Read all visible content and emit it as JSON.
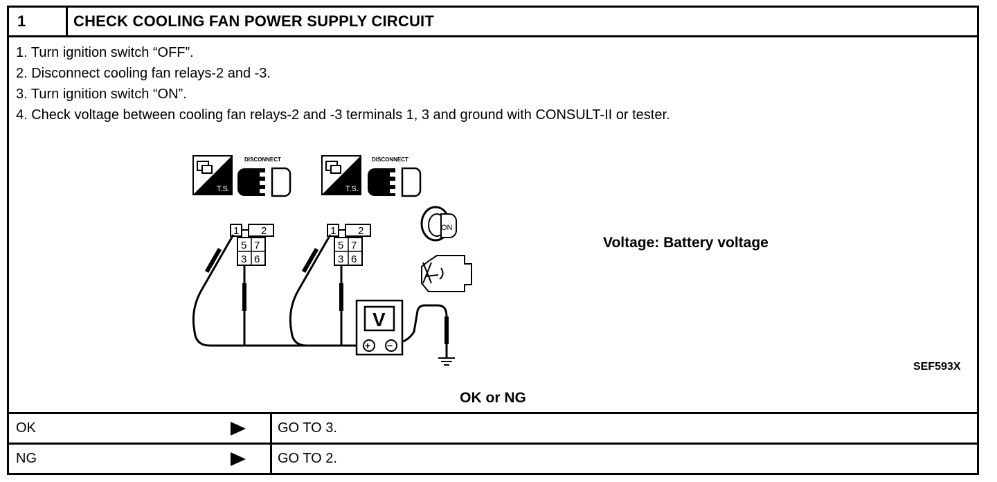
{
  "header": {
    "number": "1",
    "title": "CHECK COOLING FAN POWER SUPPLY CIRCUIT"
  },
  "steps": [
    "1.  Turn ignition switch “OFF”.",
    "2.  Disconnect cooling fan relays-2 and -3.",
    "3.  Turn ignition switch “ON”.",
    "4.  Check voltage between cooling fan relays-2 and -3 terminals 1, 3 and ground with CONSULT-II or tester."
  ],
  "diagram": {
    "ts_label": "T.S.",
    "disconnect_label": "DISCONNECT",
    "terminals": [
      "1",
      "2",
      "5",
      "7",
      "3",
      "6"
    ],
    "meter_label": "V",
    "key_label": "ON",
    "plus": "+",
    "minus": "−"
  },
  "spec": "Voltage: Battery voltage",
  "figure_code": "SEF593X",
  "result_title": "OK or NG",
  "results": [
    {
      "label": "OK",
      "dest": "GO TO 3."
    },
    {
      "label": "NG",
      "dest": "GO TO 2."
    }
  ]
}
